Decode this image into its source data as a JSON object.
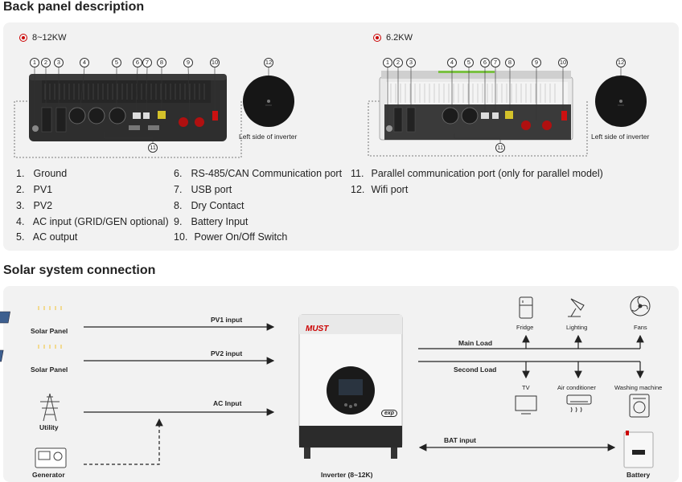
{
  "back_panel": {
    "title": "Back panel description",
    "models": [
      {
        "label": "8~12KW",
        "side_caption": "Left side of inverter"
      },
      {
        "label": "6.2KW",
        "side_caption": "Left side of inverter"
      }
    ],
    "callout_numbers": [
      "1",
      "2",
      "3",
      "4",
      "5",
      "6",
      "7",
      "8",
      "9",
      "10",
      "11",
      "12"
    ],
    "legend": [
      {
        "num": "1.",
        "text": "Ground"
      },
      {
        "num": "2.",
        "text": "PV1"
      },
      {
        "num": "3.",
        "text": "PV2"
      },
      {
        "num": "4.",
        "text": "AC input (GRID/GEN optional)"
      },
      {
        "num": "5.",
        "text": "AC output"
      },
      {
        "num": "6.",
        "text": "RS-485/CAN Communication port"
      },
      {
        "num": "7.",
        "text": "USB port"
      },
      {
        "num": "8.",
        "text": "Dry Contact"
      },
      {
        "num": "9.",
        "text": "Battery Input"
      },
      {
        "num": "10.",
        "text": "Power On/Off Switch"
      },
      {
        "num": "11.",
        "text": "Parallel communication port (only for parallel model)"
      },
      {
        "num": "12.",
        "text": "Wifi port"
      }
    ]
  },
  "solar": {
    "title": "Solar system connection",
    "sources": {
      "solar_panel_1": "Solar Panel",
      "solar_panel_2": "Solar Panel",
      "utility": "Utility",
      "generator": "Generator"
    },
    "lines": {
      "pv1": "PV1 input",
      "pv2": "PV2 input",
      "ac": "AC Input",
      "bat": "BAT input",
      "main_load": "Main Load",
      "second_load": "Second Load"
    },
    "inverter": {
      "brand": "MUST",
      "badge": "exp",
      "caption": "Inverter (8~12K)"
    },
    "loads": {
      "fridge": "Fridge",
      "lighting": "Lighting",
      "fans": "Fans",
      "tv": "TV",
      "air_conditioner": "Air conditioner",
      "washing_machine": "Washing machine"
    },
    "battery": "Battery"
  },
  "colors": {
    "panel_bg": "#f2f2f2",
    "accent_red": "#cc0000",
    "inverter_dark": "#2b2b2b"
  }
}
